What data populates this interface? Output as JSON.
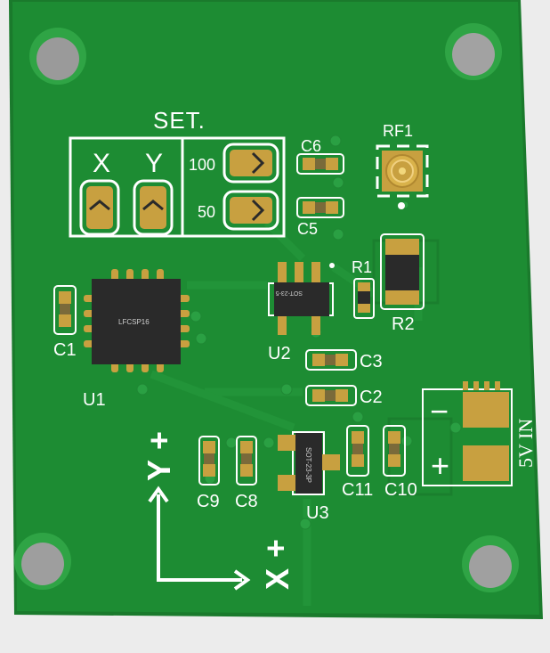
{
  "board": {
    "colors": {
      "background": "#ececec",
      "board_edge": "#1a7a2c",
      "board_fill": "#1d8c33",
      "silkscreen": "#ffffff",
      "pad_gold": "#c8a040",
      "ic_body": "#2a2a2a",
      "mount_hole": "#9a9a9a"
    },
    "set_block": {
      "title": "SET.",
      "x_label": "X",
      "y_label": "Y",
      "opt_100": "100",
      "opt_50": "50"
    },
    "designators": {
      "c1": "C1",
      "c2": "C2",
      "c3": "C3",
      "c5": "C5",
      "c6": "C6",
      "c8": "C8",
      "c9": "C9",
      "c10": "C10",
      "c11": "C11",
      "r1": "R1",
      "r2": "R2",
      "u1": "U1",
      "u2": "U2",
      "u3": "U3",
      "rf1": "RF1"
    },
    "chip_markings": {
      "u1": "LFCSP16",
      "u2": "SOT-23-5",
      "u3": "SOT-23-3P"
    },
    "power": {
      "label": "5V IN",
      "minus": "−",
      "plus": "+"
    },
    "axes": {
      "y_label": "Y",
      "x_label": "X",
      "plus": "+"
    }
  }
}
